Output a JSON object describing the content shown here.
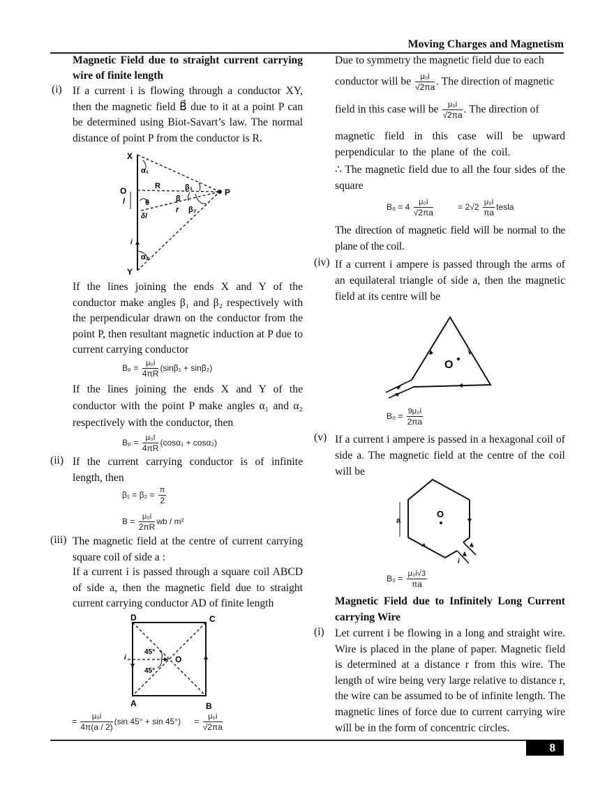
{
  "header": {
    "title": "Moving Charges and Magnetism"
  },
  "left": {
    "heading": "Magnetic Field due to straight current carrying wire of finite length",
    "item1": {
      "number": "(i)",
      "text": "If a current i is flowing through a conductor XY, then the magnetic field B⃗ due to it at a point P can be determined using Biot-Savart’s law. The normal distance of point P from the conductor is R."
    },
    "figure1": {
      "labels": [
        "X",
        "Y",
        "O",
        "P",
        "R",
        "r",
        "l",
        "δl",
        "i",
        "θ",
        "α₁",
        "α₂",
        "β",
        "β₁",
        "β₂"
      ]
    },
    "para_beta": "If the lines joining the ends X and Y of the conductor make angles β₁ and β₂ respectively with the perpendicular drawn on the conductor from the point P, then resultant magnetic induction at P due to current carrying conductor",
    "eq_beta": {
      "lhs": "Bₚ =",
      "num": "μ₀i",
      "den": "4πR",
      "rest": "(sinβ₁ + sinβ₂)"
    },
    "para_alpha": "If the lines joining the ends X and Y of the conductor with the point P make angles α₁ and α₂ respectively with the conductor, then",
    "eq_alpha": {
      "lhs": "Bₚ =",
      "num": "μ₀I",
      "den": "4πR",
      "rest": "(cosα₁ + cosα₂)"
    },
    "item2": {
      "number": "(ii)",
      "text": "If the current carrying conductor is of infinite length, then"
    },
    "eq_inf1": {
      "lhs": "β₁ = β₂ =",
      "num": "π",
      "den": "2"
    },
    "eq_inf2": {
      "lhs": "B =",
      "num": "μ₀i",
      "den": "2πR",
      "rest": "wb / m²"
    },
    "item3": {
      "number": "(iii)",
      "text": "The magnetic field at the centre of current carrying square coil of side a :",
      "text2": "If a current i is passed through a square coil ABCD of side a, then the magnetic field due to straight current carrying conductor AD of finite length"
    },
    "figure_square": {
      "labels": [
        "D",
        "C",
        "A",
        "B",
        "O",
        "i",
        "45°",
        "45°"
      ]
    },
    "eq_square": {
      "lhs": "=",
      "num": "μ₀i",
      "den": "4π(a / 2)",
      "rest": "(sin 45° + sin 45°)",
      "lhs2": "=",
      "num2": "μ₀i",
      "den2": "√2πa"
    }
  },
  "right": {
    "para1a": "Due to symmetry the magnetic field due to each",
    "para1b_pre": "conductor will be",
    "para1b_post": ". The direction of magnetic",
    "para1c_pre": "field in this case will be",
    "para1c_post": ". The direction of",
    "frac_conductor": {
      "num": "μ₀i",
      "den": "√2πa"
    },
    "para1d": "magnetic field in this case will be upward perpendicular to the plane of the coil.",
    "para_therefore": "∴  The magnetic field due to all the four sides of the square",
    "eq_b0_square": {
      "lhs": "B₀ = 4",
      "num": "μ₀i",
      "den": "√2πa",
      "lhs2": "= 2√2",
      "num2": "μ₀i",
      "den2": "πa",
      "unit": "tesla"
    },
    "para_direction": "The direction of magnetic field will be normal to the plane of the coil.",
    "item4": {
      "number": "(iv)",
      "text": "If a current i ampere is passed through the arms of an equilateral triangle of side a, then the magnetic field at its centre will be"
    },
    "figure_triangle": {
      "labels": [
        "O"
      ]
    },
    "eq_triangle": {
      "lhs": "B₀ =",
      "num": "9μ₀i",
      "den": "2πa"
    },
    "item5": {
      "number": "(v)",
      "text": "If a current i ampere is passed in a hexagonal coil of side a. The magnetic field at the centre of the coil will be"
    },
    "figure_hexagon": {
      "labels": [
        "O",
        "a",
        "i"
      ]
    },
    "eq_hexagon": {
      "lhs": "B₀ =",
      "num": "μ₀i√3",
      "den": "πa"
    },
    "heading2": "Magnetic Field due to Infinitely Long Current carrying Wire",
    "item6": {
      "number": "(i)",
      "text": "Let current i be flowing in a long and straight wire. Wire is placed in the plane of paper. Magnetic field is determined at a distance r from this wire. The length of wire being very large relative to distance r, the wire can be assumed to be of infinite length. The magnetic lines of force due to current carrying wire will be in the form of concentric circles."
    }
  },
  "footer": {
    "page_number": "8"
  }
}
